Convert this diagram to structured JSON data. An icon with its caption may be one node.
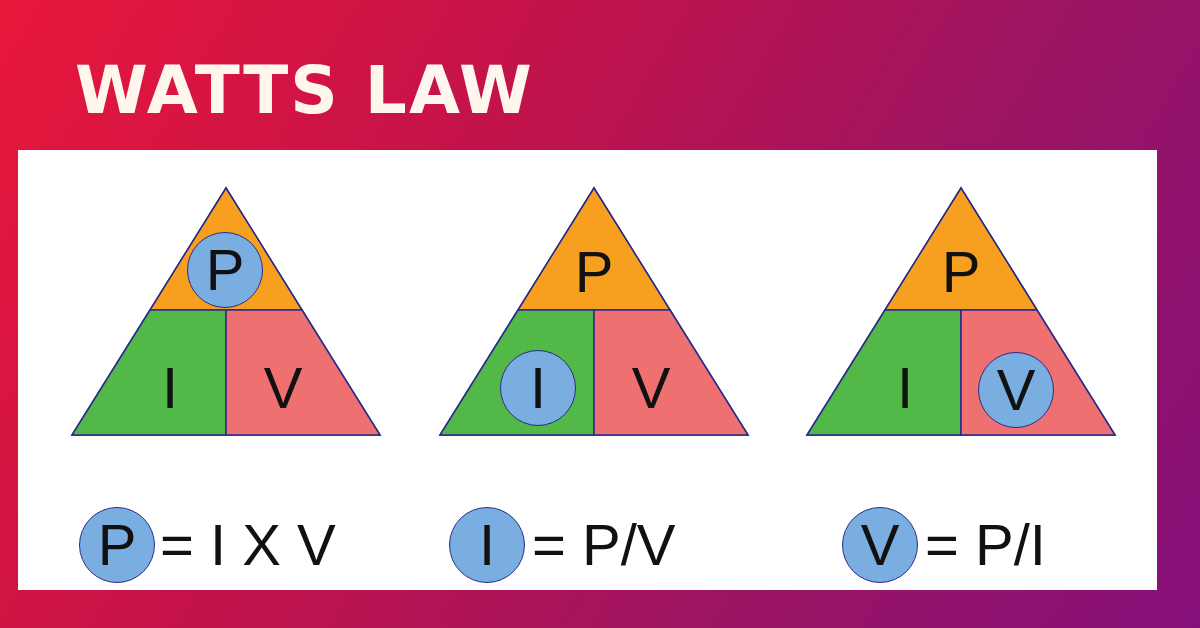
{
  "diagram": {
    "title": "WATTS LAW",
    "nodes": [
      {
        "text": [],
        "shape": "triangle"
      },
      {
        "text": [],
        "shape": "triangle",
        "in": 0
      },
      {
        "text": [
          "P"
        ],
        "in": 1
      },
      {
        "text": [
          "I"
        ],
        "in": 0
      },
      {
        "text": [
          "V"
        ],
        "in": 0
      },
      {
        "text": [],
        "shape": "triangle"
      },
      {
        "text": [
          "P"
        ],
        "in": 5
      },
      {
        "text": [],
        "shape": "box",
        "in": 5
      },
      {
        "text": [
          "I"
        ],
        "in": 7
      },
      {
        "text": [
          "V"
        ],
        "in": 5
      },
      {
        "text": [],
        "shape": "triangle"
      },
      {
        "text": [
          "P"
        ],
        "in": 10
      },
      {
        "text": [
          "I"
        ],
        "in": 10
      },
      {
        "text": [],
        "shape": "box",
        "in": 10
      },
      {
        "text": [
          "V"
        ],
        "in": 13
      },
      {
        "text": [
          "P"
        ]
      },
      {
        "text": [
          "I"
        ]
      },
      {
        "text": [
          "V"
        ]
      }
    ],
    "labels": [
      "= I X V",
      "= P/V",
      "= P/I"
    ]
  }
}
